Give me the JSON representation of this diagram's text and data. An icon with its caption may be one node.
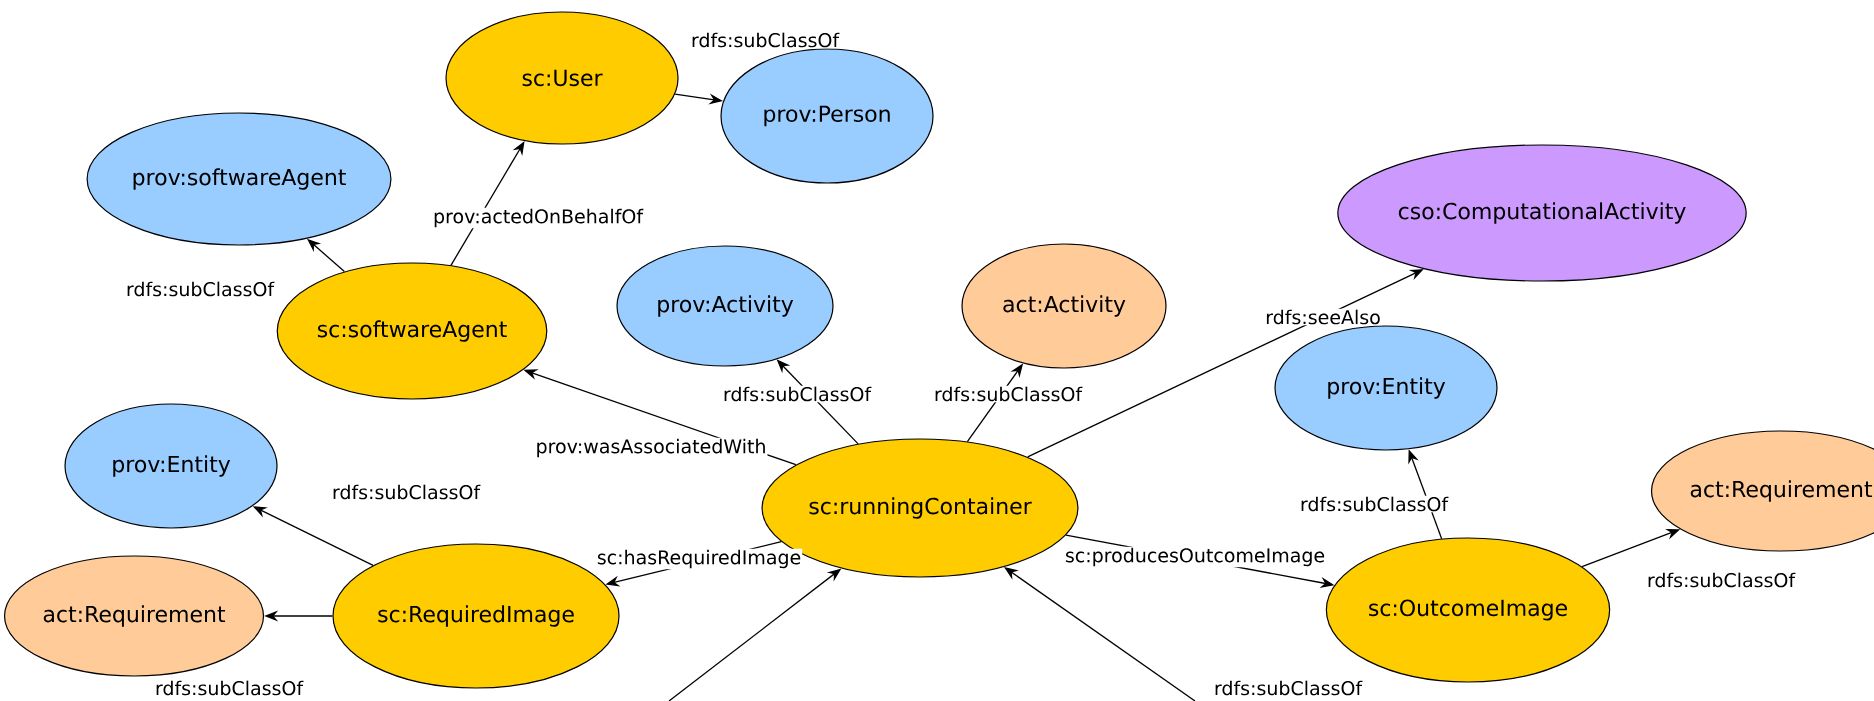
{
  "diagram": {
    "nodes": [
      {
        "text": [
          "sc:User"
        ]
      },
      {
        "text": [
          "prov:Person"
        ]
      },
      {
        "text": [
          "prov:softwareAgent"
        ]
      },
      {
        "text": [
          "sc:softwareAgent"
        ]
      },
      {
        "text": [
          "prov:Activity"
        ]
      },
      {
        "text": [
          "act:Activity"
        ]
      },
      {
        "text": [
          "cso:ComputationalActivity"
        ]
      },
      {
        "text": [
          "prov:Entity"
        ]
      },
      {
        "text": [
          "prov:Entity"
        ]
      },
      {
        "text": [
          "sc:runningContainer"
        ]
      },
      {
        "text": [
          "act:Requirement"
        ]
      },
      {
        "text": [
          "act:Requirement"
        ]
      },
      {
        "text": [
          "sc:RequiredImage"
        ]
      },
      {
        "text": [
          "sc:OutcomeImage"
        ]
      }
    ],
    "edges": [
      {
        "from": 0,
        "to": 1,
        "arrow": "to",
        "label": "rdfs:subClassOf"
      },
      {
        "from": 3,
        "to": 0,
        "arrow": "to",
        "label": "prov:actedOnBehalfOf"
      },
      {
        "from": 3,
        "to": 2,
        "arrow": "to",
        "label": "rdfs:subClassOf"
      },
      {
        "from": 9,
        "to": 3,
        "arrow": "to",
        "label": "prov:wasAssociatedWith"
      },
      {
        "from": 9,
        "to": 4,
        "arrow": "to",
        "label": "rdfs:subClassOf"
      },
      {
        "from": 9,
        "to": 5,
        "arrow": "to",
        "label": "rdfs:subClassOf"
      },
      {
        "from": 9,
        "to": 6,
        "arrow": "to",
        "label": "rdfs:seeAlso"
      },
      {
        "from": 13,
        "to": 7,
        "arrow": "to",
        "label": "rdfs:subClassOf"
      },
      {
        "from": 13,
        "to": 10,
        "arrow": "to",
        "label": "rdfs:subClassOf"
      },
      {
        "from": 9,
        "to": 13,
        "arrow": "to",
        "label": "sc:producesOutcomeImage"
      },
      {
        "from": 9,
        "to": 12,
        "arrow": "to",
        "label": "sc:hasRequiredImage"
      },
      {
        "from": 12,
        "to": 8,
        "arrow": "to",
        "label": "rdfs:subClassOf"
      },
      {
        "from": 12,
        "to": 11,
        "arrow": "to",
        "label": "rdfs:subClassOf"
      },
      {
        "from": null,
        "to": 9,
        "arrow": "to",
        "label": "rdfs:subClassOf"
      },
      {
        "from": null,
        "to": 9,
        "arrow": "to"
      }
    ]
  }
}
